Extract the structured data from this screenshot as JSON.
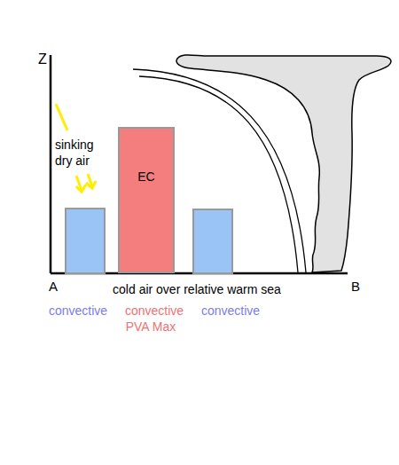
{
  "diagram": {
    "nodes": [
      {
        "text": [
          "EC"
        ]
      }
    ],
    "labels": [
      "Z",
      "sinking dry air",
      "A",
      "B",
      "cold air over relative warm sea",
      "convective",
      "convective",
      "convective",
      "PVA Max"
    ]
  }
}
